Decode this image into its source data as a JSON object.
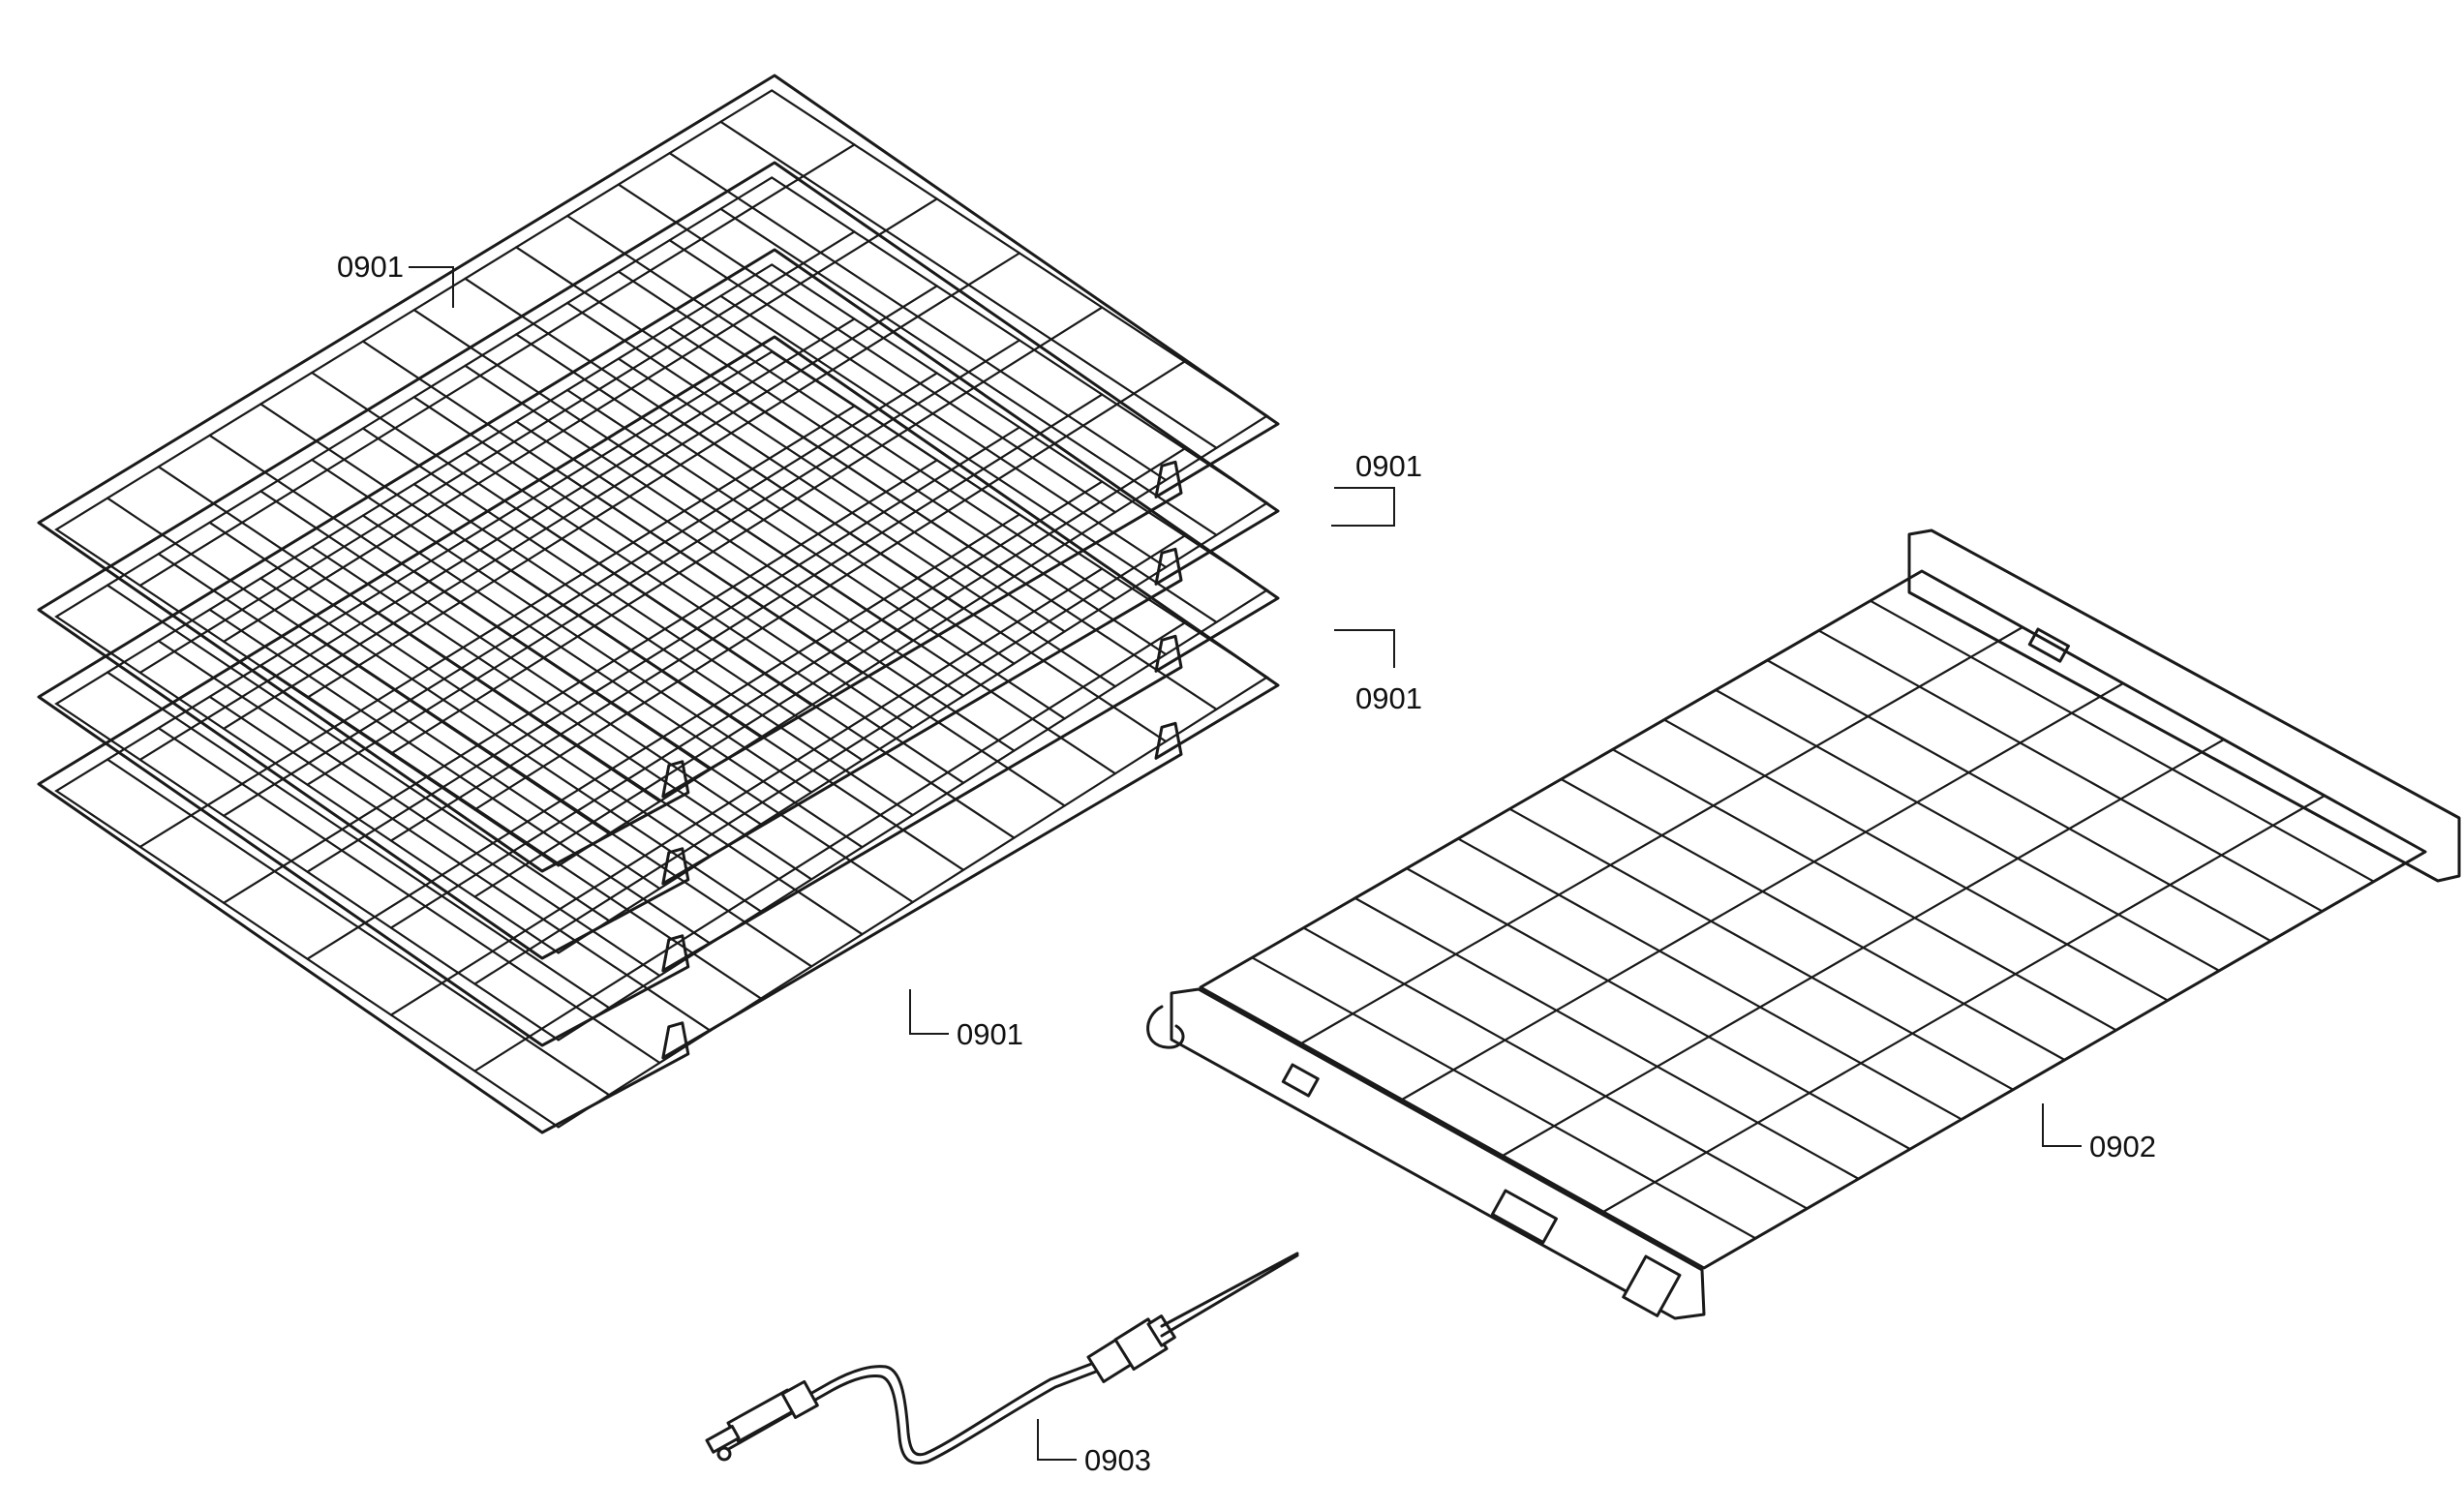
{
  "callouts": [
    {
      "id": "rack-top",
      "label": "0901"
    },
    {
      "id": "rack-second",
      "label": "0901"
    },
    {
      "id": "rack-third",
      "label": "0901"
    },
    {
      "id": "rack-bottom",
      "label": "0901"
    },
    {
      "id": "telescopic-rack",
      "label": "0902"
    },
    {
      "id": "meat-probe",
      "label": "0903"
    }
  ]
}
